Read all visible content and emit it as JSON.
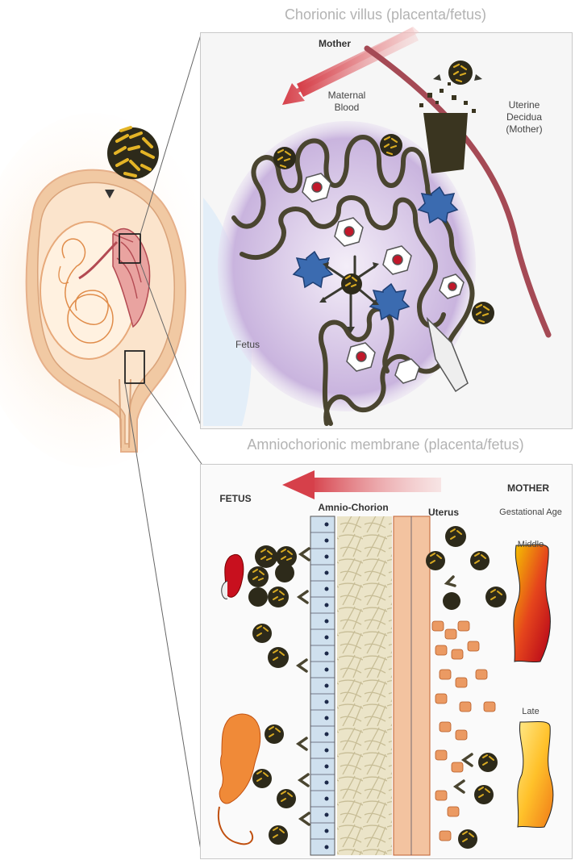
{
  "top_panel": {
    "title": "Chorionic villus (placenta/fetus)",
    "label_mother": "Mother",
    "label_maternal_blood_1": "Maternal",
    "label_maternal_blood_2": "Blood",
    "label_uterine_1": "Uterine",
    "label_uterine_2": "Decidua",
    "label_uterine_3": "(Mother)",
    "label_fetus": "Fetus"
  },
  "bottom_panel": {
    "title": "Amniochorionic membrane (placenta/fetus)",
    "label_fetus": "FETUS",
    "label_mother": "MOTHER",
    "label_amnio_chorion": "Amnio-Chorion",
    "label_uterus": "Uterus",
    "label_gestational_age": "Gestational Age",
    "label_middle": "Middle",
    "label_late": "Late"
  },
  "colors": {
    "virus_fill": "#2d2a1a",
    "virus_capsid": "#e0b020",
    "arrow_red": "#d9534f",
    "villus_stroke": "#4a4530",
    "immune_cell": "#3b6bb0",
    "uterine_cell": "#e8915a",
    "amnion_cell": "#cfe0ee"
  }
}
